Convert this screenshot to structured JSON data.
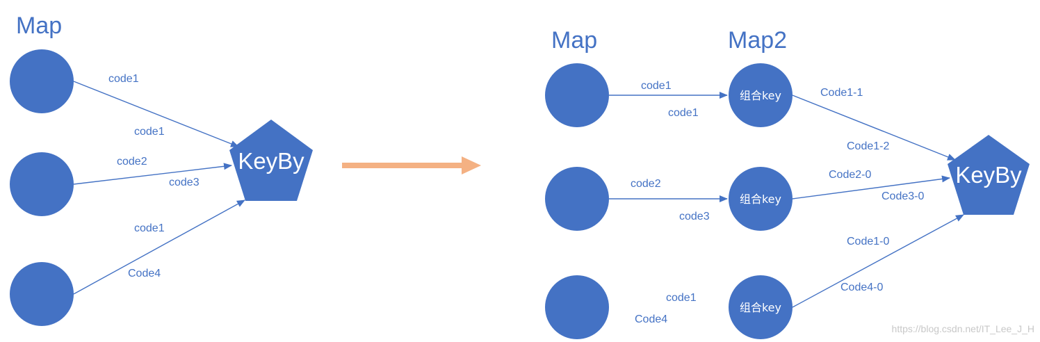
{
  "left": {
    "title": "Map",
    "keyby_label": "KeyBy",
    "edge_labels": [
      "code1",
      "code1",
      "code2",
      "code3",
      "code1",
      "Code4"
    ]
  },
  "right": {
    "title_map": "Map",
    "title_map2": "Map2",
    "combined_key_labels": [
      "组合key",
      "组合key",
      "组合key"
    ],
    "keyby_label": "KeyBy",
    "map_edge_labels": [
      "code1",
      "code1",
      "code2",
      "code3",
      "code1",
      "Code4"
    ],
    "map2_edge_labels": [
      "Code1-1",
      "Code1-2",
      "Code2-0",
      "Code3-0",
      "Code1-0",
      "Code4-0"
    ]
  },
  "watermark": "https://blog.csdn.net/IT_Lee_J_H",
  "colors": {
    "node": "#4472C4",
    "text": "#4472C4",
    "transition_arrow": "#F4B183"
  }
}
